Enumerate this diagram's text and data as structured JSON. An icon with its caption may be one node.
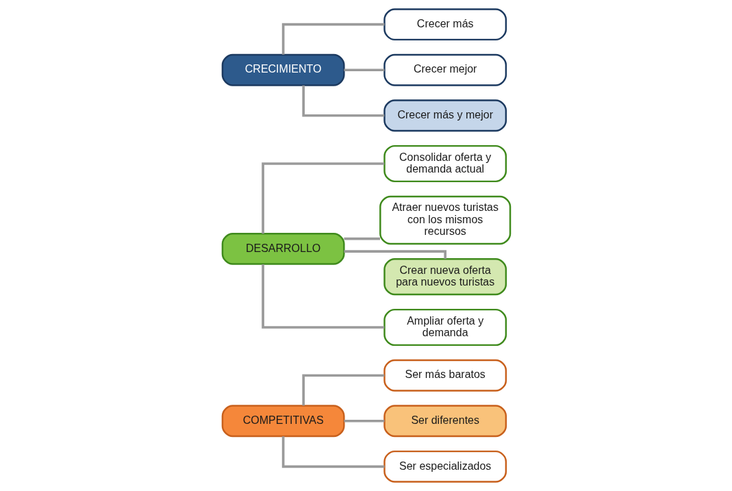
{
  "diagram": {
    "nodes": [
      {
        "text": [
          "COMPETITIVAS"
        ]
      },
      {
        "text": [
          "Ser más baratos"
        ]
      },
      {
        "text": [
          "Ser diferentes"
        ]
      },
      {
        "text": [
          "Ser especializados"
        ]
      },
      {
        "text": [
          "DESARROLLO"
        ]
      },
      {
        "text": [
          "Consolidar oferta y demanda actual"
        ]
      },
      {
        "text": [
          "Atraer nuevos turistas con los mismos recursos"
        ]
      },
      {
        "text": [
          "Crear nueva oferta para nuevos turistas"
        ]
      },
      {
        "text": [
          "Ampliar oferta y demanda"
        ]
      },
      {
        "text": [
          "CRECIMIENTO"
        ]
      },
      {
        "text": [
          "Crecer más"
        ]
      },
      {
        "text": [
          "Crecer mejor"
        ]
      },
      {
        "text": [
          "Crecer más y mejor"
        ]
      }
    ],
    "edges": [
      {
        "from": 0,
        "to": 1,
        "arrow": "none"
      },
      {
        "from": 0,
        "to": 2,
        "arrow": "none"
      },
      {
        "from": 0,
        "to": 3,
        "arrow": "none"
      },
      {
        "from": 4,
        "to": 5,
        "arrow": "none"
      },
      {
        "from": 4,
        "to": 6,
        "arrow": "none"
      },
      {
        "from": 4,
        "to": 7,
        "arrow": "none"
      },
      {
        "from": 4,
        "to": 8,
        "arrow": "none"
      },
      {
        "from": 9,
        "to": 10,
        "arrow": "none"
      },
      {
        "from": 9,
        "to": 11,
        "arrow": "none"
      },
      {
        "from": 9,
        "to": 12,
        "arrow": "none"
      }
    ]
  }
}
